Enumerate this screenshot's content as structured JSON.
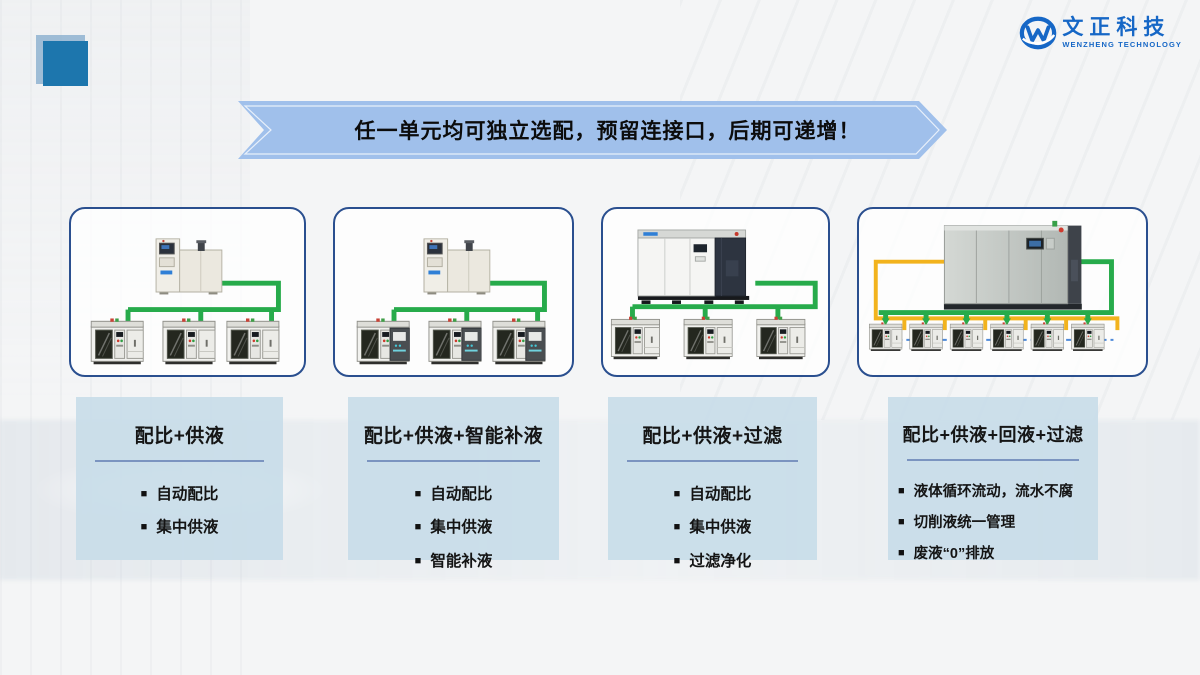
{
  "slide": {
    "banner_text": "任一单元均可独立选配，预留连接口，后期可递增！"
  },
  "logo": {
    "name_cn": "文正科技",
    "name_en": "WENZHENG TECHNOLOGY",
    "color": "#1667c6"
  },
  "colors": {
    "banner_fill": "#a0c0eb",
    "panel_border": "#2a4f8f",
    "card_bg": "#c9dde9",
    "pipe_green": "#27ab4b",
    "pipe_yellow": "#f2b31d",
    "pipe_blue_dashed": "#4d89d9",
    "accent_square": "#1d76ad"
  },
  "panels": [
    {
      "source_unit": "supply-tank",
      "machine_count": 3,
      "pipes": [
        "green"
      ]
    },
    {
      "source_unit": "supply-tank",
      "machine_count": 3,
      "pipes": [
        "green"
      ]
    },
    {
      "source_unit": "filter-unit",
      "machine_count": 3,
      "pipes": [
        "green"
      ]
    },
    {
      "source_unit": "filter-cabinet",
      "machine_count": 6,
      "pipes": [
        "green",
        "yellow",
        "blue-dashed"
      ]
    }
  ],
  "cards": [
    {
      "title": "配比+供液",
      "bullets": [
        "自动配比",
        "集中供液"
      ]
    },
    {
      "title": "配比+供液+智能补液",
      "bullets": [
        "自动配比",
        "集中供液",
        "智能补液"
      ]
    },
    {
      "title": "配比+供液+过滤",
      "bullets": [
        "自动配比",
        "集中供液",
        "过滤净化"
      ]
    },
    {
      "title": "配比+供液+回液+过滤",
      "bullets": [
        "液体循环流动，流水不腐",
        "切削液统一管理",
        "废液“0”排放"
      ]
    }
  ]
}
